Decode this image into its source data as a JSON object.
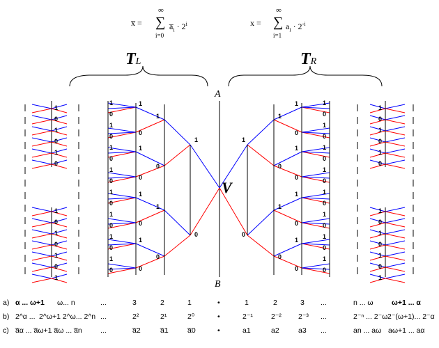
{
  "formulas": {
    "left": {
      "lhs": "x̅  =",
      "sup": "∞",
      "sub": "i=0",
      "sigma": "∑",
      "body": "a̅",
      "body_sub": "i",
      "factor": "· 2",
      "exp": "i"
    },
    "right": {
      "lhs": "x  =",
      "sup": "∞",
      "sub": "i=1",
      "sigma": "∑",
      "body": "a",
      "body_sub": "i",
      "factor": "· 2",
      "exp": "-i"
    }
  },
  "tree_labels": {
    "left": {
      "main": "T",
      "sub": "L"
    },
    "right": {
      "main": "T",
      "sub": "R"
    }
  },
  "points": {
    "top": "A",
    "bottom": "B",
    "center": "V"
  },
  "colors": {
    "zero_edge": "#ff0000",
    "one_edge": "#0000ff",
    "axis": "#000000"
  },
  "node_labels": {
    "left_level1": [
      "1",
      "0"
    ],
    "right_level1": [
      "1",
      "0"
    ],
    "left_level2": [
      "1",
      "0",
      "1",
      "0"
    ],
    "right_level2": [
      "1",
      "0",
      "1",
      "0"
    ],
    "left_level3": [
      "1",
      "0",
      "1",
      "0",
      "1",
      "0",
      "1",
      "0"
    ],
    "right_level3": [
      "1",
      "0",
      "1",
      "0",
      "1",
      "0",
      "1",
      "0"
    ]
  },
  "rows": {
    "a": {
      "label": "a)",
      "items": [
        "α ... ω+1",
        "ω... n",
        "...",
        "3",
        "2",
        "1",
        "•",
        "1",
        "2",
        "3",
        "...",
        "n ... ω",
        "ω+1 ... α"
      ]
    },
    "b": {
      "label": "b)",
      "items": [
        "2^α ...",
        "2^ω+1 2^ω... 2^n",
        "...",
        "2²",
        "2¹",
        "2⁰",
        "•",
        "2⁻¹",
        "2⁻²",
        "2⁻³",
        "...",
        "2⁻ⁿ ... 2⁻ω",
        "2⁻(ω+1)... 2⁻α"
      ]
    },
    "c": {
      "label": "c)",
      "items": [
        "a̅α ... a̅ω+1 a̅ω ... a̅n",
        "...",
        "a̅2",
        "a̅1",
        "a̅0",
        "•",
        "a1",
        "a2",
        "a3",
        "...",
        "an ... aω",
        "aω+1 ... aα"
      ]
    }
  }
}
